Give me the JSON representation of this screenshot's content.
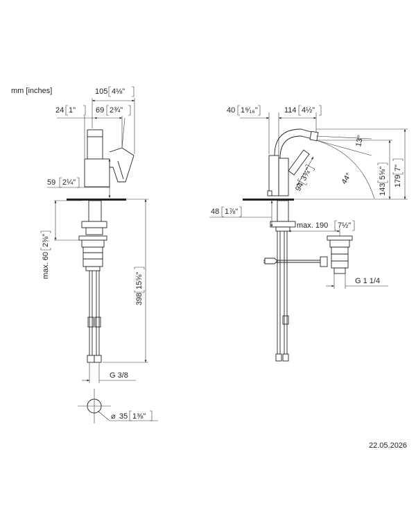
{
  "units_label": "mm [inches]",
  "date": "22.05.2026",
  "front_view": {
    "width_overall": {
      "mm": "105",
      "in": "4⅛\""
    },
    "base_offset": {
      "mm": "24",
      "in": "1\""
    },
    "handle_width": {
      "mm": "69",
      "in": "2¾\""
    },
    "body_height": {
      "mm": "59",
      "in": "2¼\""
    },
    "max_deck": {
      "mm": "max. 60",
      "in": "2⅜\""
    },
    "overall_length": {
      "mm": "398",
      "in": "15⅝\""
    },
    "connection_thread": "G 3/8",
    "diameter": {
      "mm": "35",
      "in": "1⅜\""
    }
  },
  "side_view": {
    "body_depth": {
      "mm": "40",
      "in": "1⁹⁄₁₆\""
    },
    "spout_reach": {
      "mm": "114",
      "in": "4½\""
    },
    "angle_top": "13°",
    "angle_swivel": "44°",
    "spout_length": {
      "mm": "94",
      "in": "3¾\""
    },
    "spout_height": {
      "mm": "143",
      "in": "5⅝\""
    },
    "total_height": {
      "mm": "179",
      "in": "7\""
    },
    "base_height": {
      "mm": "48",
      "in": "1⅞\""
    },
    "max_waste": {
      "mm": "max. 190",
      "in": "7½\""
    },
    "waste_thread": "G 1 1/4"
  }
}
